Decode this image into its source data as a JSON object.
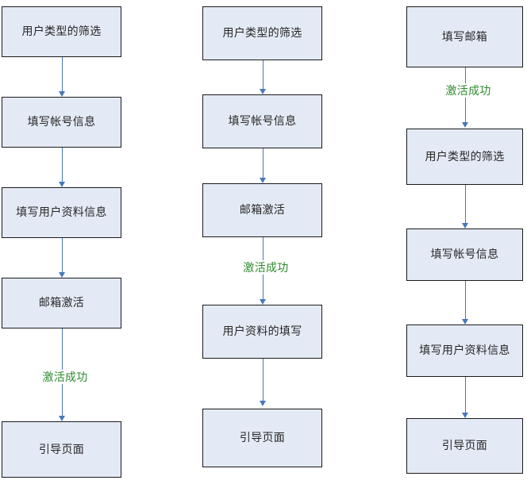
{
  "diagram": {
    "type": "flowchart",
    "orientation": "vertical",
    "description": "Three alternative user registration flow variants shown side by side",
    "colors": {
      "node_fill": "#E4EAF5",
      "node_border": "#1A1A1A",
      "node_text": "#262626",
      "connector": "#4878B8",
      "edge_label": "#2D8A2D",
      "background": "#FFFFFF"
    },
    "columns": [
      {
        "id": "flow-variant-1",
        "nodes": [
          {
            "id": "c1-n1",
            "label": "用户类型的筛选"
          },
          {
            "id": "c1-n2",
            "label": "填写帐号信息"
          },
          {
            "id": "c1-n3",
            "label": "填写用户资料信息"
          },
          {
            "id": "c1-n4",
            "label": "邮箱激活"
          },
          {
            "id": "c1-n5",
            "label": "引导页面"
          }
        ],
        "edges": [
          {
            "from": "c1-n1",
            "to": "c1-n2",
            "label": ""
          },
          {
            "from": "c1-n2",
            "to": "c1-n3",
            "label": ""
          },
          {
            "from": "c1-n3",
            "to": "c1-n4",
            "label": ""
          },
          {
            "from": "c1-n4",
            "to": "c1-n5",
            "label": "激活成功"
          }
        ]
      },
      {
        "id": "flow-variant-2",
        "nodes": [
          {
            "id": "c2-n1",
            "label": "用户类型的筛选"
          },
          {
            "id": "c2-n2",
            "label": "填写帐号信息"
          },
          {
            "id": "c2-n3",
            "label": "邮箱激活"
          },
          {
            "id": "c2-n4",
            "label": "用户资料的填写"
          },
          {
            "id": "c2-n5",
            "label": "引导页面"
          }
        ],
        "edges": [
          {
            "from": "c2-n1",
            "to": "c2-n2",
            "label": ""
          },
          {
            "from": "c2-n2",
            "to": "c2-n3",
            "label": ""
          },
          {
            "from": "c2-n3",
            "to": "c2-n4",
            "label": "激活成功"
          },
          {
            "from": "c2-n4",
            "to": "c2-n5",
            "label": ""
          }
        ]
      },
      {
        "id": "flow-variant-3",
        "nodes": [
          {
            "id": "c3-n1",
            "label": "填写邮箱"
          },
          {
            "id": "c3-n2",
            "label": "用户类型的筛选"
          },
          {
            "id": "c3-n3",
            "label": "填写帐号信息"
          },
          {
            "id": "c3-n4",
            "label": "填写用户资料信息"
          },
          {
            "id": "c3-n5",
            "label": "引导页面"
          }
        ],
        "edges": [
          {
            "from": "c3-n1",
            "to": "c3-n2",
            "label": "激活成功"
          },
          {
            "from": "c3-n2",
            "to": "c3-n3",
            "label": ""
          },
          {
            "from": "c3-n3",
            "to": "c3-n4",
            "label": ""
          },
          {
            "from": "c3-n4",
            "to": "c3-n5",
            "label": ""
          }
        ]
      }
    ]
  }
}
